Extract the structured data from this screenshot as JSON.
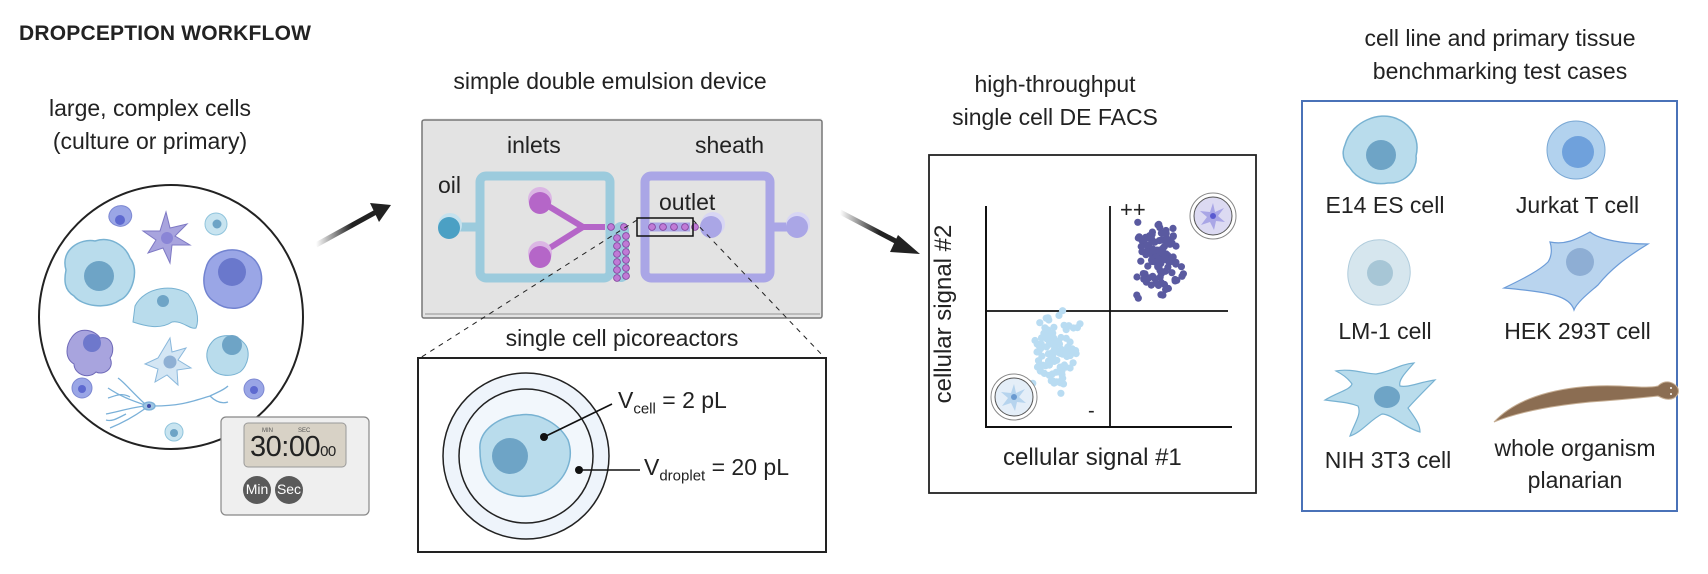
{
  "title": "DROPCEPTION WORKFLOW",
  "step1": {
    "heading_line1": "large, complex cells",
    "heading_line2": "(culture or primary)",
    "timer": {
      "display_main": "30:00",
      "display_small": "00",
      "label_min_small": "MIN",
      "label_sec_small": "SEC",
      "button_min": "Min",
      "button_sec": "Sec"
    }
  },
  "step2": {
    "heading": "simple double emulsion device",
    "labels": {
      "inlets": "inlets",
      "sheath": "sheath",
      "oil": "oil",
      "outlet": "outlet"
    },
    "colors": {
      "oil_channel": "#9ccbdd",
      "sheath_channel": "#aaa6e6",
      "inlet_port": "#b566c8",
      "oil_port": "#4ba0c4",
      "chip": "#e3e3e3"
    },
    "inset": {
      "heading": "single cell picoreactors",
      "v_cell_symbol": "V",
      "v_cell_sub": "cell",
      "v_cell_value": "= 2 pL",
      "v_droplet_symbol": "V",
      "v_droplet_sub": "droplet",
      "v_droplet_value": "= 20 pL"
    }
  },
  "step3": {
    "heading_line1": "high-throughput",
    "heading_line2": "single cell DE FACS",
    "plot": {
      "xlabel": "cellular signal  #1",
      "ylabel": "cellular signal #2",
      "pos_quadrant_label": "++",
      "neg_quadrant_label": "-",
      "pos_color": "#5a5aa0",
      "neg_color": "#b9dcf2"
    }
  },
  "step4": {
    "heading_line1": "cell line and primary tissue",
    "heading_line2": "benchmarking test cases",
    "border_color": "#4a72b8",
    "items": [
      {
        "label": "E14 ES cell",
        "icon": "e14-es-cell-icon"
      },
      {
        "label": "Jurkat T cell",
        "icon": "jurkat-t-cell-icon"
      },
      {
        "label": "LM-1 cell",
        "icon": "lm1-cell-icon"
      },
      {
        "label": "HEK 293T cell",
        "icon": "hek293t-cell-icon"
      },
      {
        "label": "NIH 3T3 cell",
        "icon": "nih3t3-cell-icon"
      },
      {
        "label_line1": "whole organism",
        "label_line2": "planarian",
        "icon": "planarian-icon"
      }
    ]
  }
}
